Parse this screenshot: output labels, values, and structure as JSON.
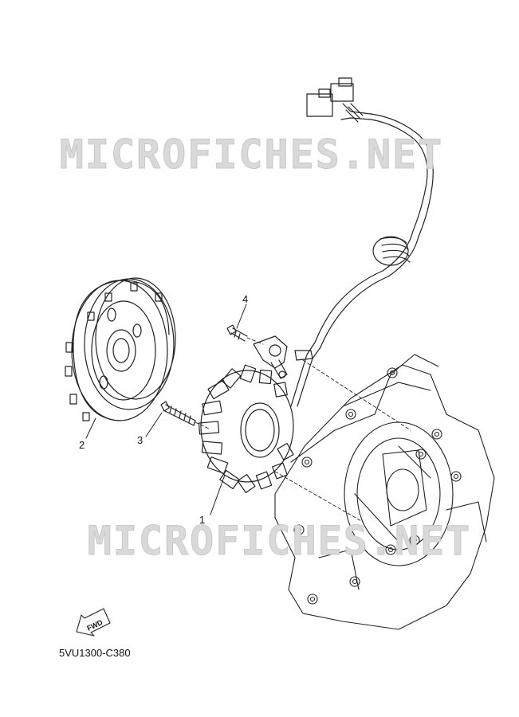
{
  "watermarks": [
    "MICROFICHES.NET",
    "MICROFICHES.NET"
  ],
  "callouts": [
    {
      "number": "1",
      "part": "stator"
    },
    {
      "number": "2",
      "part": "flywheel"
    },
    {
      "number": "3",
      "part": "flywheel-bolt"
    },
    {
      "number": "4",
      "part": "screw"
    }
  ],
  "fwd_label": "FWD",
  "diagram_code": "5VU1300-C380"
}
